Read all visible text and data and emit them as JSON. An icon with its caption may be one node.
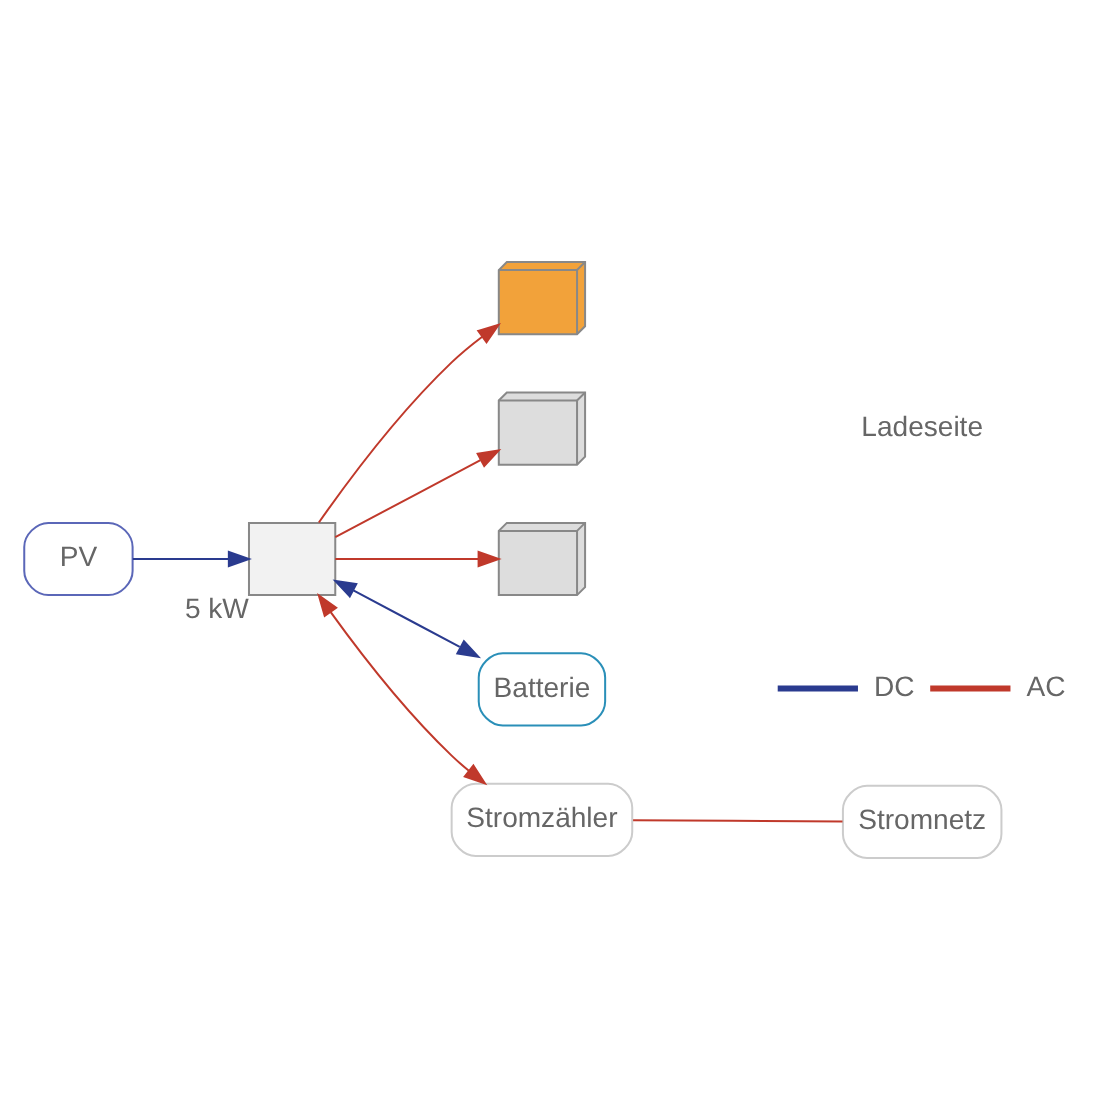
{
  "diagram": {
    "nodes": [
      {
        "text": [
          "PV"
        ]
      },
      {
        "text": [],
        "shape": "box",
        "beside": [
          "5 kW"
        ]
      },
      {
        "text": [],
        "shape": "picture"
      },
      {
        "text": [],
        "shape": "picture"
      },
      {
        "text": [],
        "shape": "picture"
      },
      {
        "text": [
          "Batterie"
        ]
      },
      {
        "text": [
          "Stromzähler"
        ]
      },
      {
        "text": [
          "Stromnetz"
        ]
      }
    ],
    "edges": [
      {
        "from": 0,
        "to": 1,
        "arrow": "to",
        "color": "#2a3b8f"
      },
      {
        "from": 1,
        "to": 2,
        "arrow": "to"
      },
      {
        "from": 1,
        "to": 3,
        "arrow": "to"
      },
      {
        "from": 1,
        "to": 4,
        "arrow": "to"
      },
      {
        "from": 1,
        "to": 5,
        "arrow": "both",
        "color": "#2a3b8f"
      },
      {
        "from": 1,
        "to": 6,
        "arrow": "both"
      },
      {
        "from": 6,
        "to": 7,
        "arrow": "none"
      }
    ],
    "labels": [
      "Ladeseite"
    ],
    "legend": [
      {
        "text": "DC",
        "color": "#2a3b8f"
      },
      {
        "text": "AC",
        "color": "#c0392b"
      }
    ]
  }
}
